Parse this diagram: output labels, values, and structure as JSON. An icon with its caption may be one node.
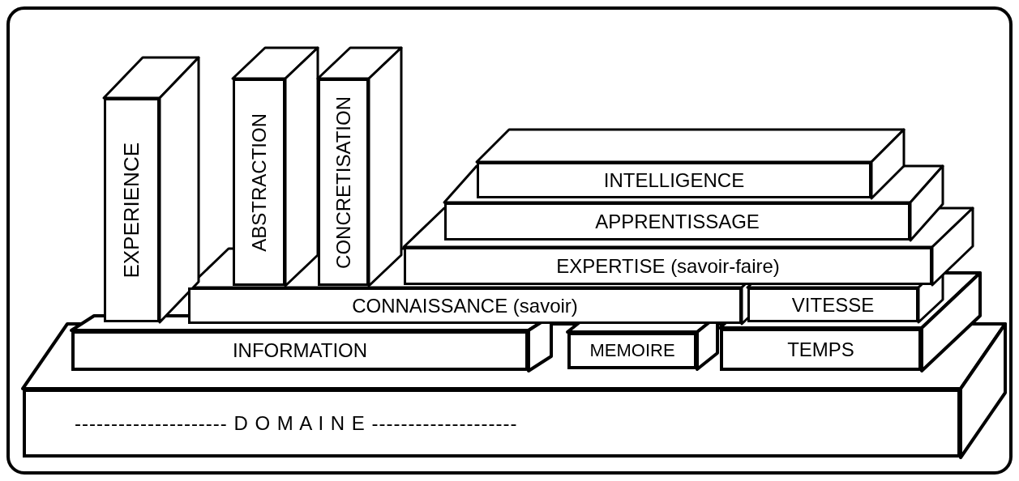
{
  "diagram": {
    "nodes": [
      {
        "text": [
          "EXPERIENCE"
        ]
      },
      {
        "text": [
          "ABSTRACTION"
        ]
      },
      {
        "text": [
          "CONCRETISATION"
        ]
      },
      {
        "text": [
          "INTELLIGENCE"
        ]
      },
      {
        "text": [
          "APPRENTISSAGE"
        ]
      },
      {
        "text": [
          "EXPERTISE (savoir-faire)"
        ]
      },
      {
        "text": [
          "CONNAISSANCE (savoir)"
        ]
      },
      {
        "text": [
          "VITESSE"
        ]
      },
      {
        "text": [
          "INFORMATION"
        ]
      },
      {
        "text": [
          "MEMOIRE"
        ]
      },
      {
        "text": [
          "TEMPS"
        ]
      },
      {
        "text": [
          "--------------------- D O M A I N E --------------------"
        ]
      }
    ]
  }
}
